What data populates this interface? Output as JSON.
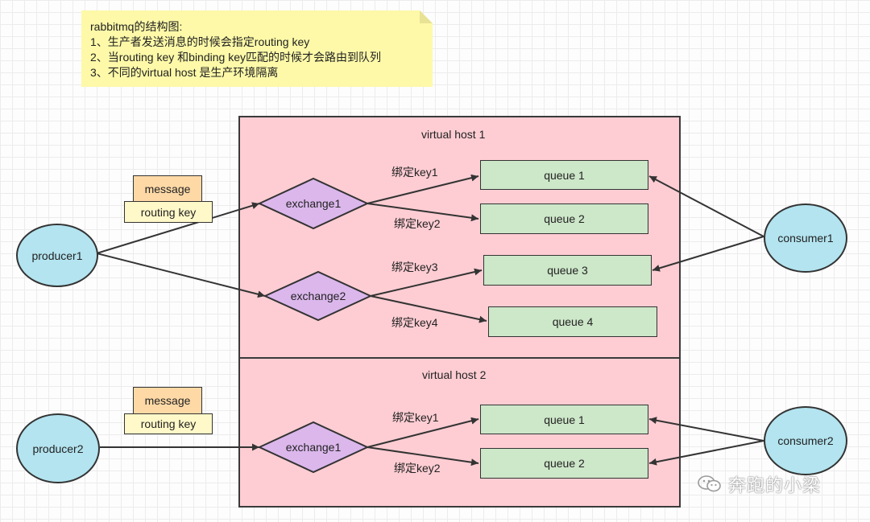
{
  "note": {
    "title": "rabbitmq的结构图:",
    "lines": [
      "1、生产者发送消息的时候会指定routing key",
      "2、当routing key 和binding key匹配的时候才会路由到队列",
      "3、不同的virtual host 是生产环境隔离"
    ]
  },
  "vhost1": {
    "title": "virtual host 1",
    "exchange1": "exchange1",
    "exchange2": "exchange2",
    "bindings": [
      "绑定key1",
      "绑定key2",
      "绑定key3",
      "绑定key4"
    ],
    "queues": [
      "queue 1",
      "queue 2",
      "queue 3",
      "queue 4"
    ]
  },
  "vhost2": {
    "title": "virtual host 2",
    "exchange1": "exchange1",
    "bindings": [
      "绑定key1",
      "绑定key2"
    ],
    "queues": [
      "queue 1",
      "queue 2"
    ]
  },
  "producer1": {
    "name": "producer1",
    "message": "message",
    "routing_key": "routing key"
  },
  "producer2": {
    "name": "producer2",
    "message": "message",
    "routing_key": "routing key"
  },
  "consumer1": "consumer1",
  "consumer2": "consumer2",
  "watermark": "奔跑的小梁",
  "colors": {
    "vhost": "#fdcdd3",
    "queue": "#cde7c9",
    "exchange": "#dbb7ec",
    "node": "#b3e4f0",
    "message": "#fed9a6",
    "routing_key": "#fff8c8",
    "note": "#fdf9a8"
  }
}
